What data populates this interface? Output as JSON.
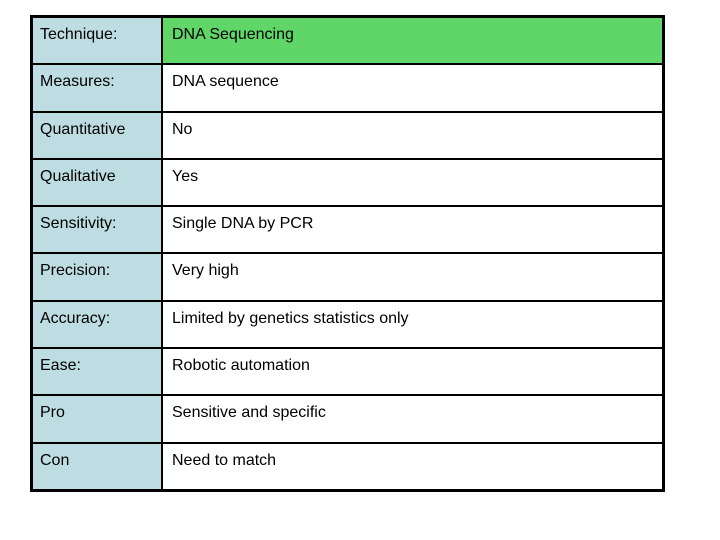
{
  "page": {
    "background": "#ffffff"
  },
  "table": {
    "colors": {
      "label_column_bg": "#bedde2",
      "highlight_bg": "#61d668",
      "border": "#000000",
      "text": "#000000"
    },
    "rows": [
      {
        "label": "Technique:",
        "value": "DNA Sequencing",
        "highlighted": true
      },
      {
        "label": "Measures:",
        "value": "DNA sequence",
        "highlighted": false
      },
      {
        "label": "Quantitative",
        "value": "No",
        "highlighted": false
      },
      {
        "label": "Qualitative",
        "value": "Yes",
        "highlighted": false
      },
      {
        "label": "Sensitivity:",
        "value": "Single DNA by PCR",
        "highlighted": false
      },
      {
        "label": "Precision:",
        "value": "Very high",
        "highlighted": false
      },
      {
        "label": "Accuracy:",
        "value": "Limited by genetics statistics only",
        "highlighted": false
      },
      {
        "label": "Ease:",
        "value": "Robotic automation",
        "highlighted": false
      },
      {
        "label": "Pro",
        "value": "Sensitive and specific",
        "highlighted": false
      },
      {
        "label": "Con",
        "value": "Need to match",
        "highlighted": false
      }
    ]
  }
}
